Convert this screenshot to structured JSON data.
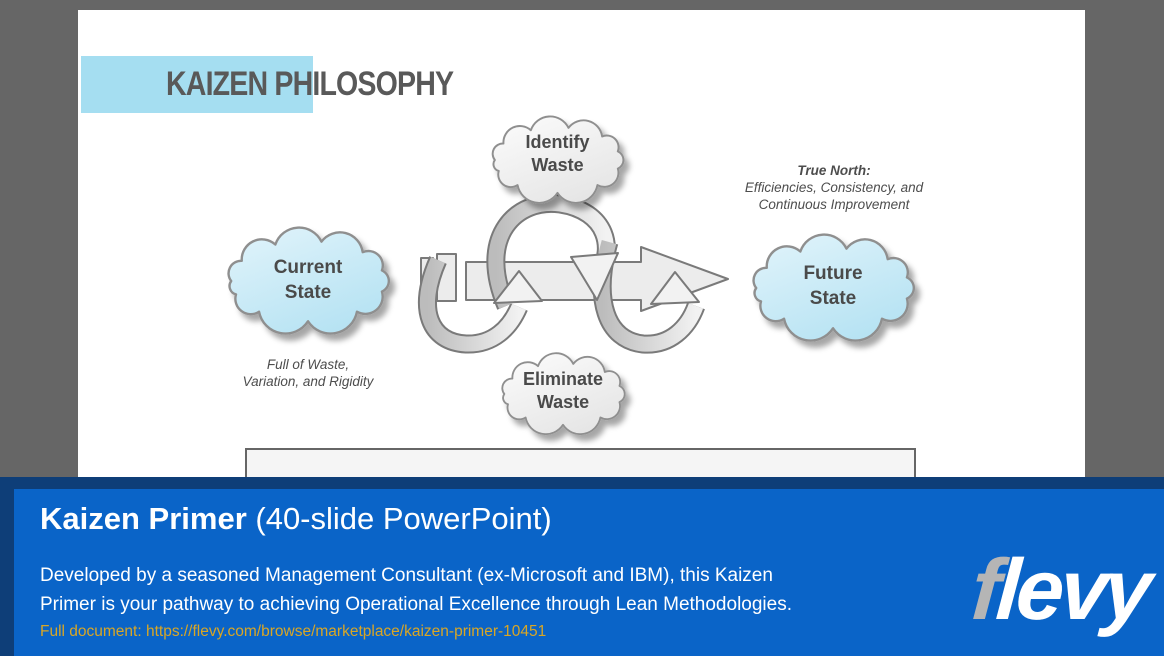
{
  "slide": {
    "title": "KAIZEN PHILOSOPHY",
    "clouds": {
      "identify": {
        "line1": "Identify",
        "line2": "Waste"
      },
      "current": {
        "line1": "Current",
        "line2": "State"
      },
      "future": {
        "line1": "Future",
        "line2": "State"
      },
      "eliminate": {
        "line1": "Eliminate",
        "line2": "Waste"
      }
    },
    "true_north": {
      "heading": "True North:",
      "line1": "Efficiencies, Consistency, and",
      "line2": "Continuous Improvement"
    },
    "current_state_note": {
      "line1": "Full of Waste,",
      "line2": "Variation, and Rigidity"
    }
  },
  "banner": {
    "title_main": "Kaizen Primer",
    "title_suffix": " (40-slide PowerPoint)",
    "description_line1": "Developed by a seasoned Management Consultant (ex-Microsoft and IBM), this Kaizen",
    "description_line2": "Primer is your pathway to achieving Operational Excellence through Lean Methodologies.",
    "link_label": "Full document: ",
    "link_url": "https://flevy.com/browse/marketplace/kaizen-primer-10451",
    "logo_first_letter": "f",
    "logo_rest": "levy"
  },
  "colors": {
    "page_background": "#666666",
    "banner_blue": "#0a64c8",
    "banner_border_navy": "#0e3e78",
    "link_gold": "#d9a625",
    "title_highlight_blue": "#a5def1",
    "cloud_blue": "#b7e3f3",
    "cloud_gray": "#ececec",
    "title_text_gray": "#595959"
  }
}
